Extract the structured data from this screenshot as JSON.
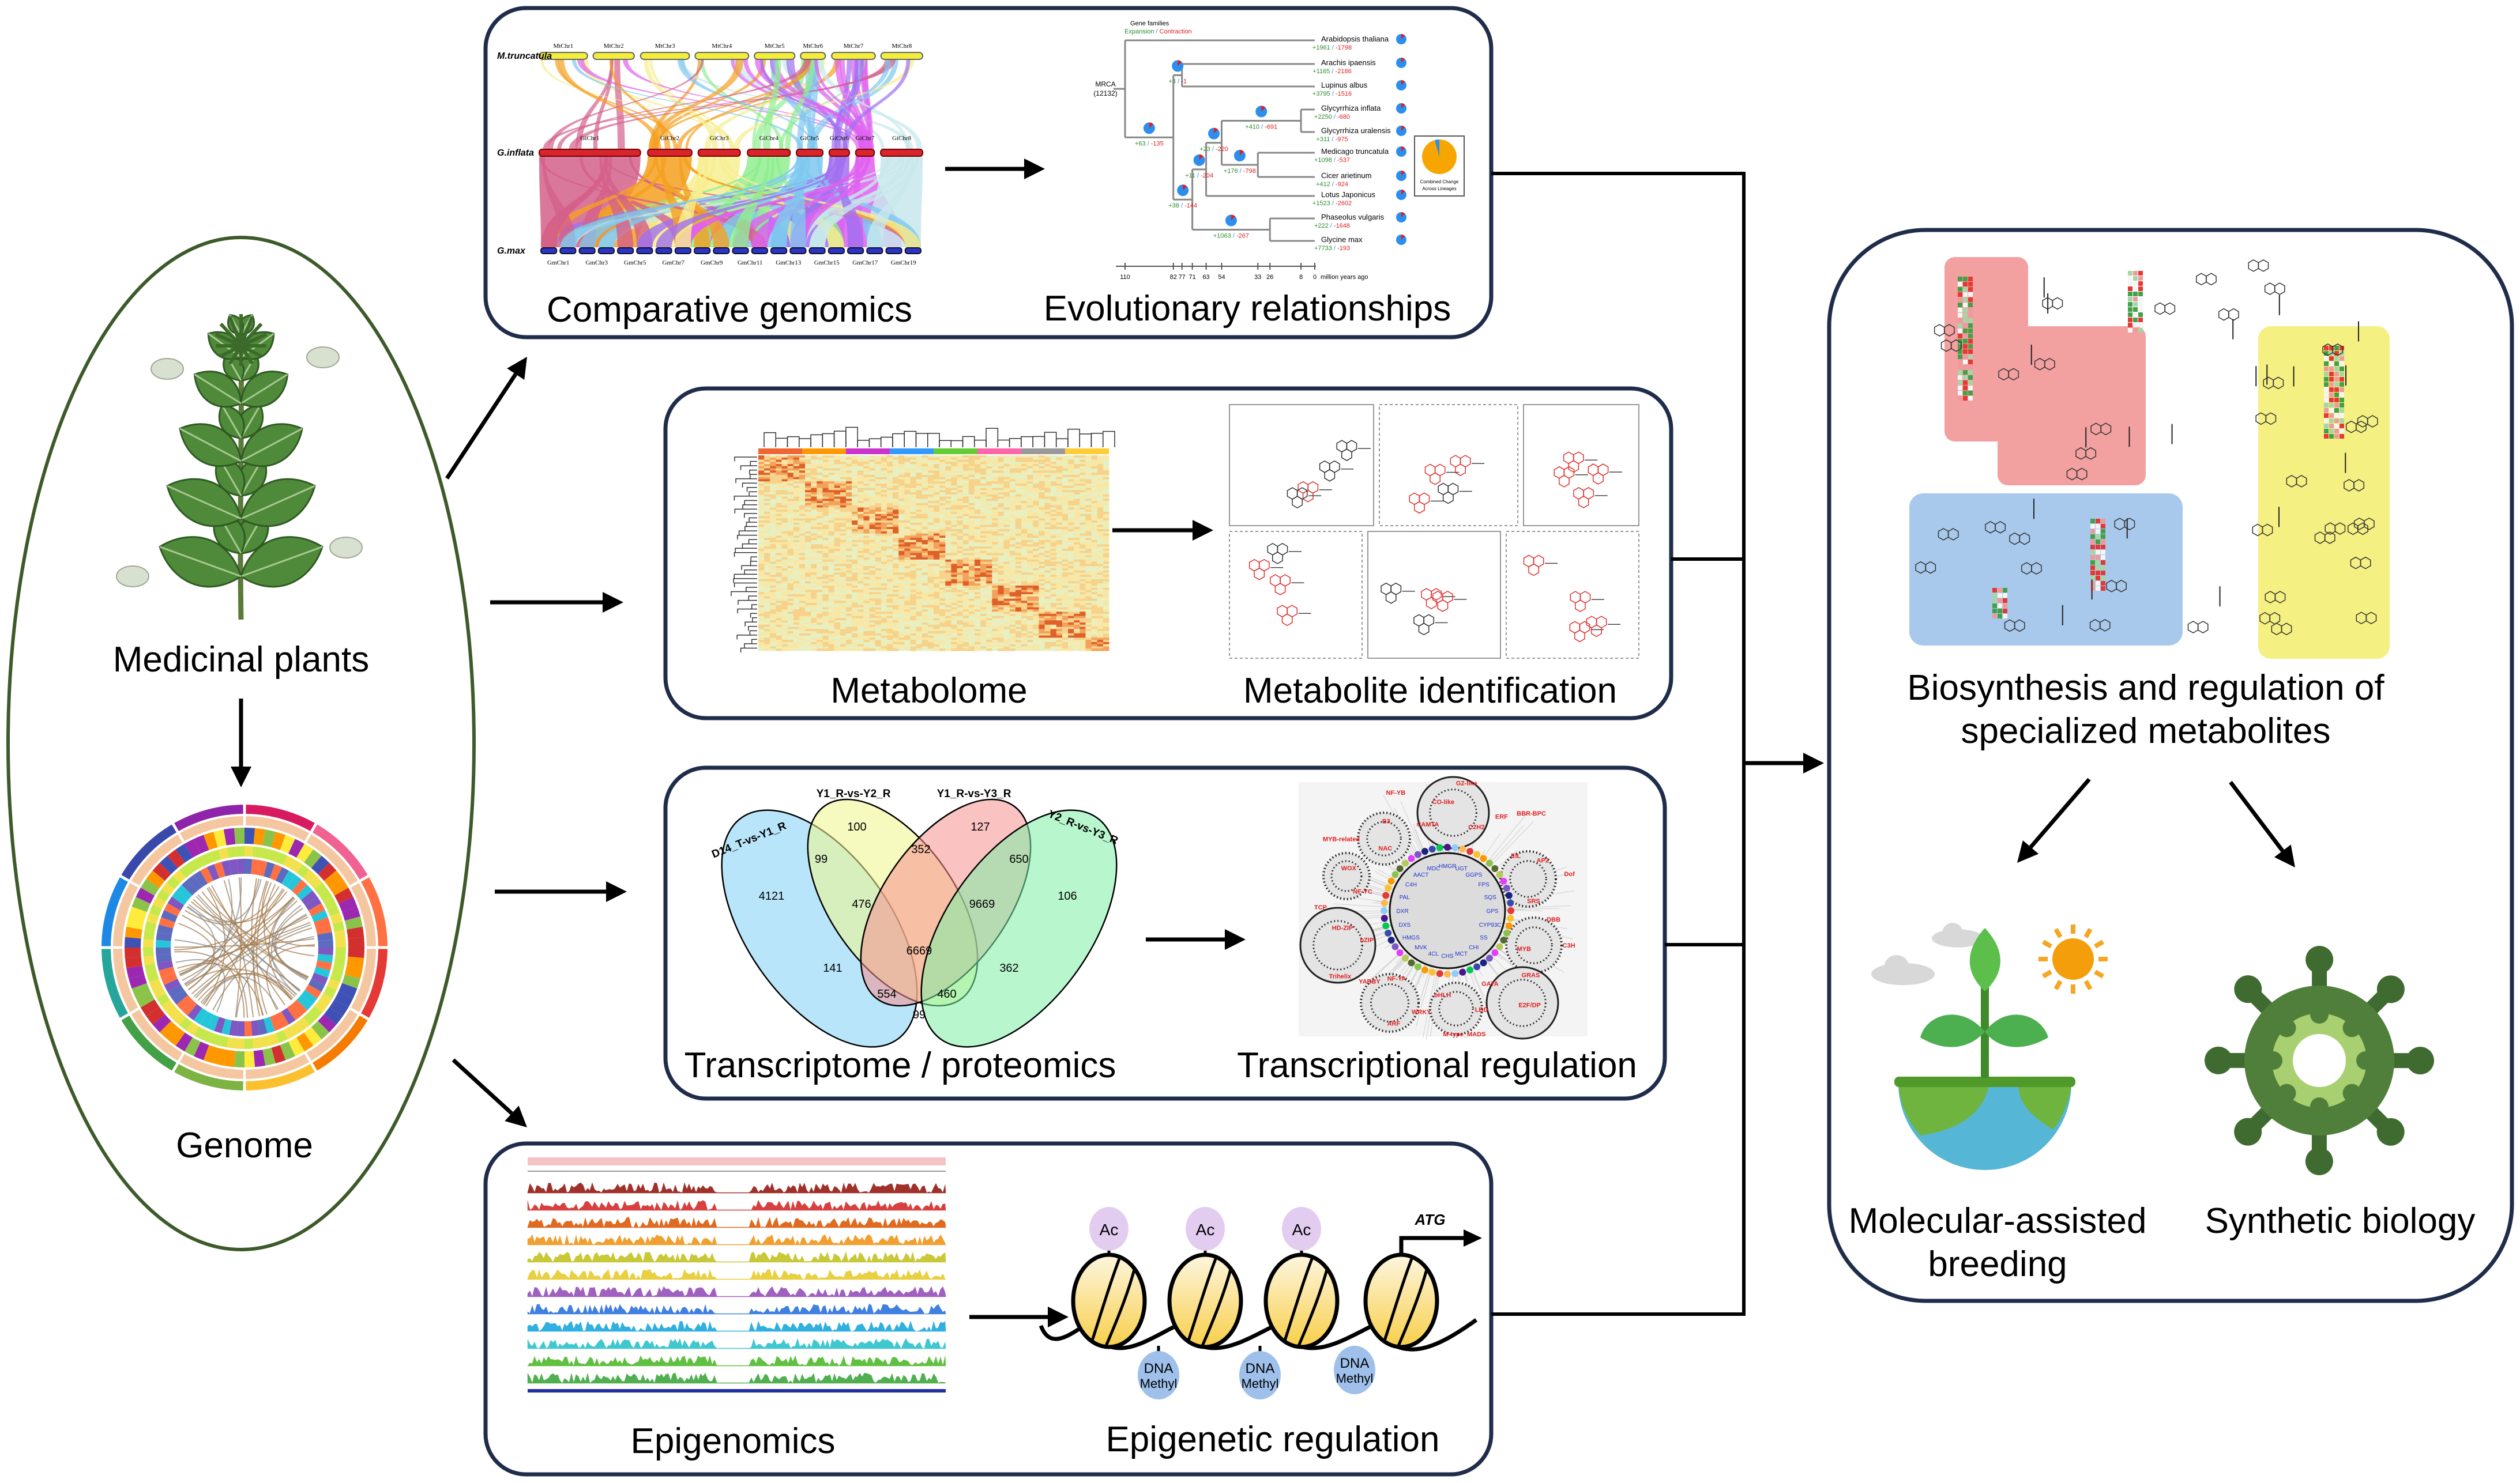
{
  "left": {
    "plants_label": "Medicinal plants",
    "genome_label": "Genome"
  },
  "comparative": {
    "label": "Comparative genomics",
    "species": [
      "M.truncatula",
      "G.inflata",
      "G.max"
    ],
    "mt_chr": [
      "MtChr1",
      "MtChr2",
      "MtChr3",
      "MtChr4",
      "MtChr5",
      "MtChr6",
      "MtChr7",
      "MtChr8"
    ],
    "gi_chr": [
      "GiChr1",
      "GiChr2",
      "GiChr3",
      "GiChr4",
      "GiChr5",
      "GiChr6",
      "GiChr7",
      "GiChr8"
    ],
    "gm_chr": [
      "GmChr1",
      "GmChr3",
      "GmChr5",
      "GmChr7",
      "GmChr9",
      "GmChr11",
      "GmChr13",
      "GmChr15",
      "GmChr17",
      "GmChr19"
    ]
  },
  "evolution": {
    "label": "Evolutionary relationships",
    "legend_title": "Gene families",
    "legend_expansion": "Expansion",
    "legend_sep": " / ",
    "legend_contraction": "Contraction",
    "mrca": "MRCA",
    "mrca_count": "(12132)",
    "taxa": [
      {
        "name": "Arabidopsis thaliana",
        "exp": "+1961",
        "con": "-1798"
      },
      {
        "name": "Arachis ipaensis",
        "exp": "+1165",
        "con": "-2186"
      },
      {
        "name": "Lupinus albus",
        "exp": "+3795",
        "con": "-1516"
      },
      {
        "name": "Glycyrrhiza inflata",
        "exp": "+2250",
        "con": "-680"
      },
      {
        "name": "Glycyrrhiza uralensis",
        "exp": "+311",
        "con": "-975"
      },
      {
        "name": "Medicago truncatula",
        "exp": "+1098",
        "con": "-537"
      },
      {
        "name": "Cicer arietinum",
        "exp": "+412",
        "con": "-924"
      },
      {
        "name": "Lotus Japonicus",
        "exp": "+1523",
        "con": "-2602"
      },
      {
        "name": "Phaseolus vulgaris",
        "exp": "+222",
        "con": "-1648"
      },
      {
        "name": "Glycine max",
        "exp": "+7733",
        "con": "-193"
      }
    ],
    "topology": {
      "age": 110,
      "children": [
        0,
        {
          "age": 82,
          "exp": "+63",
          "con": "-135",
          "children": [
            {
              "age": 77,
              "exp": "+4",
              "con": "-1",
              "children": [
                1,
                2
              ]
            },
            {
              "age": 71,
              "exp": "+38",
              "con": "-144",
              "children": [
                {
                  "age": 63,
                  "exp": "+11",
                  "con": "-204",
                  "children": [
                    {
                      "age": 54,
                      "exp": "+23",
                      "con": "-220",
                      "children": [
                        {
                          "age": 8,
                          "exp": "+410",
                          "con": "-691",
                          "children": [
                            3,
                            4
                          ]
                        },
                        {
                          "age": 33,
                          "exp": "+176",
                          "con": "-798",
                          "children": [
                            5,
                            6
                          ]
                        }
                      ]
                    },
                    7
                  ]
                },
                {
                  "age": 26,
                  "exp": "+1063",
                  "con": "-267",
                  "children": [
                    8,
                    9
                  ]
                }
              ]
            }
          ]
        }
      ]
    },
    "axis_ticks": [
      110,
      82,
      77,
      71,
      63,
      54,
      33,
      26,
      8,
      0
    ],
    "axis_unit": "million years ago",
    "inset_label_1": "Combined Change",
    "inset_label_2": "Across Lineages",
    "colors": {
      "expansion": "#2e8b2e",
      "contraction": "#e02020",
      "pie": "#2b8ff0",
      "inset_pie": "#f7a600"
    }
  },
  "metabolome": {
    "label": "Metabolome"
  },
  "metabolite_identification": {
    "label": "Metabolite identification"
  },
  "venn": {
    "label": "Transcriptome / proteomics",
    "sets": [
      "D14_T-vs-Y1_R",
      "Y1_R-vs-Y2_R",
      "Y1_R-vs-Y3_R",
      "Y2_R-vs-Y3_R"
    ],
    "set_colors": [
      "#7fcff5",
      "#f1f58a",
      "#f78f8f",
      "#7ef0a6"
    ],
    "regions": [
      "4121",
      "100",
      "127",
      "106",
      "99",
      "352",
      "650",
      "476",
      "9669",
      "6669",
      "141",
      "362",
      "554",
      "460",
      "99"
    ]
  },
  "transcriptional": {
    "label": "Transcriptional regulation",
    "families": [
      "CAMTA",
      "CO-like",
      "G2-like",
      "C2H2",
      "ERF",
      "BBR-BPC",
      "EIL",
      "AP2",
      "Dof",
      "SRS",
      "DBB",
      "C3H",
      "MYB",
      "GRAS",
      "E2F/DP",
      "GATA",
      "LBD",
      "M-type_MADS",
      "bHLH",
      "WRKY",
      "ARF",
      "NF-YA",
      "YABBY",
      "Trihelix",
      "bZIP",
      "HD-ZIP",
      "TCP",
      "NF-YC",
      "WOX",
      "MYB-related",
      "NAC",
      "B3",
      "NF-YB"
    ],
    "genes": [
      "HMGR",
      "UGT",
      "GGPS",
      "FPS",
      "SQS",
      "GPS",
      "CYP93C",
      "SS",
      "CHI",
      "MCT",
      "CHS",
      "4CL",
      "MVK",
      "HMGS",
      "DXS",
      "DXR",
      "PAL",
      "C4H",
      "AACT",
      "MDC"
    ]
  },
  "epigenomics": {
    "label": "Epigenomics"
  },
  "epigenetic": {
    "label": "Epigenetic regulation",
    "acetyl": "Ac",
    "methyl_1": "DNA",
    "methyl_2": "Methyl",
    "tss": "ATG"
  },
  "biosynthesis": {
    "line1": "Biosynthesis and regulation of",
    "line2": "specialized metabolites"
  },
  "outcomes": {
    "breeding_1": "Molecular-assisted",
    "breeding_2": "breeding",
    "synbio": "Synthetic biology"
  },
  "colors": {
    "box_border": "#1f2d4a",
    "ellipse_border": "#3d5a2a",
    "plant_green": "#4f8a3a"
  }
}
